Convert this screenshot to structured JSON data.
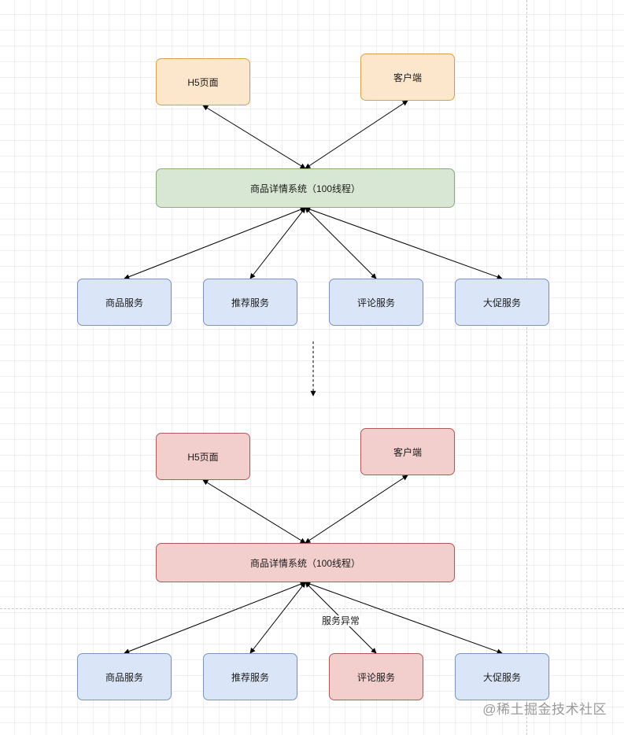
{
  "colors": {
    "orange_fill": "#fce6cc",
    "green_fill": "#d8e7d3",
    "blue_fill": "#dae6f8",
    "red_fill": "#f2cfcd",
    "edge": "#000000"
  },
  "before": {
    "h5_page": "H5页面",
    "client": "客户端",
    "detail_system": "商品详情系统（100线程）",
    "services": [
      "商品服务",
      "推荐服务",
      "评论服务",
      "大促服务"
    ]
  },
  "after": {
    "h5_page": "H5页面",
    "client": "客户端",
    "detail_system": "商品详情系统（100线程）",
    "services": [
      "商品服务",
      "推荐服务",
      "评论服务",
      "大促服务"
    ],
    "error_label": "服务异常"
  },
  "watermark": "@稀土掘金技术社区"
}
